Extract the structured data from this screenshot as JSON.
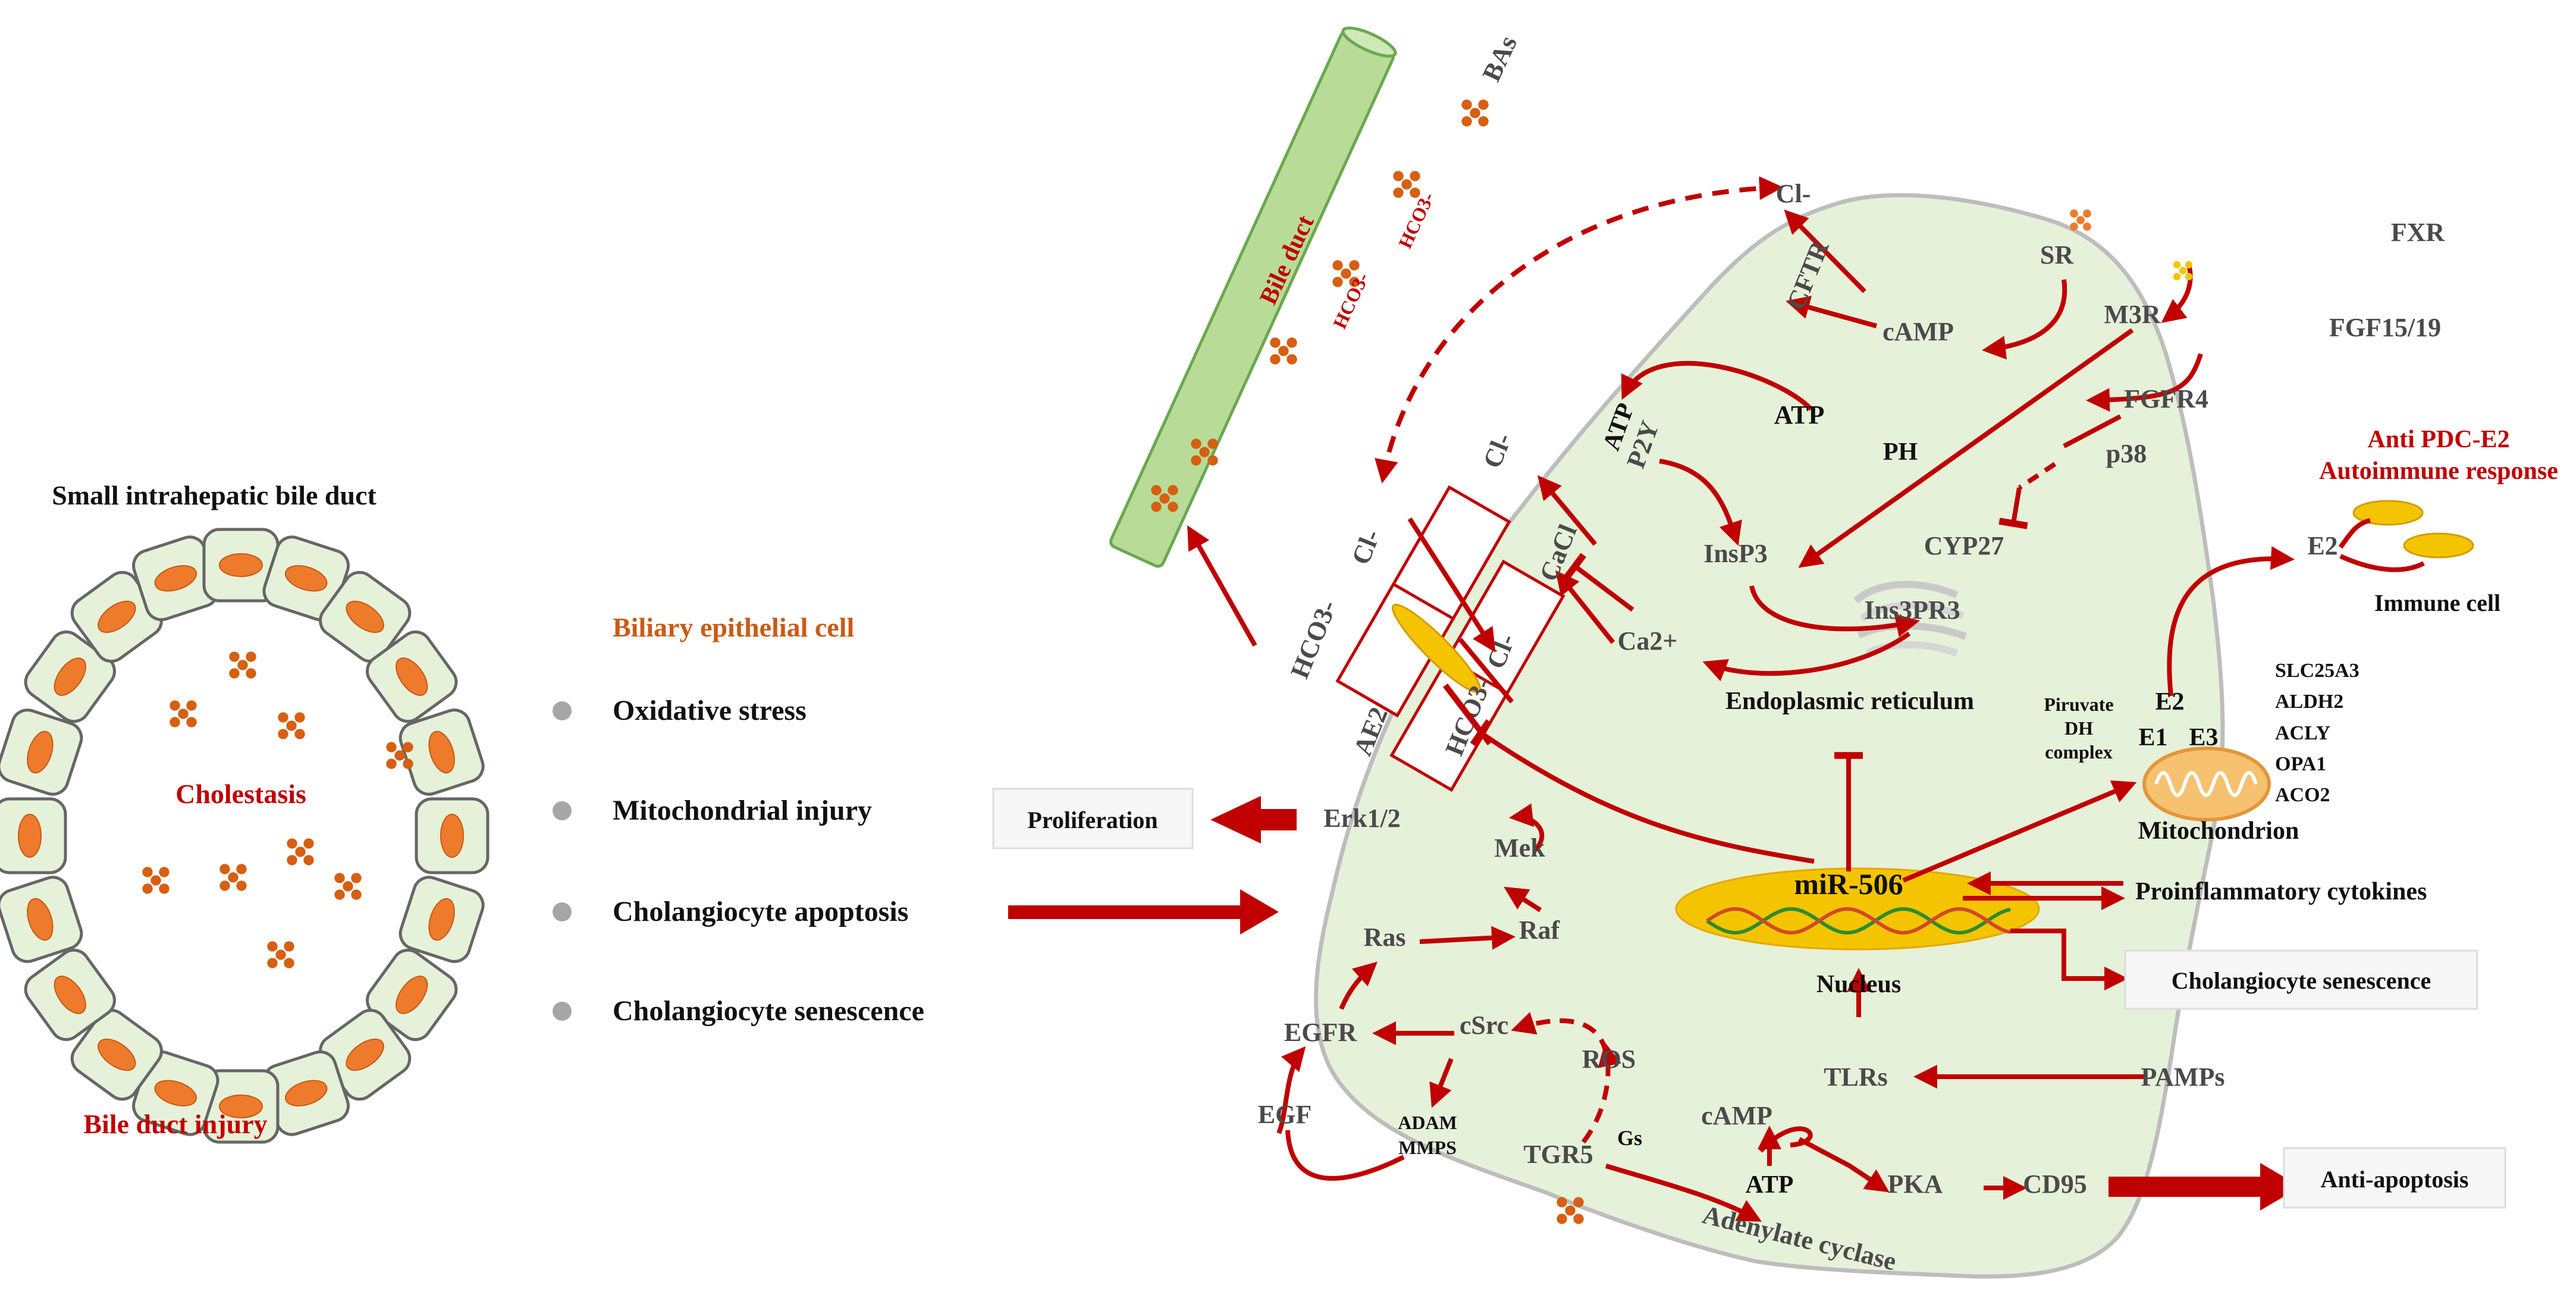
{
  "colors": {
    "arrow": "#c00000",
    "cell_fill": "#e6f1da",
    "cell_border": "#bdbdbd",
    "duct_fill": "#b8dc98",
    "dot": "#d65f12",
    "nucleus": "#f5c400",
    "mito": "#f6c270",
    "text_grey": "#4a4a4a",
    "text_orange": "#cc5a14"
  },
  "left_panel": {
    "title": "Small intrahepatic bile duct",
    "center_label": "Cholestasis",
    "bottom_label": "Bile duct injury"
  },
  "middle_panel": {
    "heading": "Biliary epithelial cell",
    "bullets": [
      "Oxidative stress",
      "Mitochondrial injury",
      "Cholangiocyte apoptosis",
      "Cholangiocyte senescence"
    ]
  },
  "bile_duct": {
    "label": "Bile duct",
    "bas": "BAs",
    "hco3_a": "HCO3-",
    "hco3_b": "HCO3-"
  },
  "transporters": {
    "hco3_left": "HCO3-",
    "cl_top": "Cl-",
    "cl_right": "Cl-",
    "hco3_right": "HCO3-",
    "ae2": "AE2"
  },
  "cell": {
    "cl_top": "Cl-",
    "cftr": "CFTR",
    "camp_top": "cAMP",
    "sr": "SR",
    "m3r": "M3R",
    "atp_top": "ATP",
    "atp_p2y": "ATP",
    "p2y": "P2Y",
    "ph": "PH",
    "fgfr4": "FGFR4",
    "p38": "p38",
    "cyp27": "CYP27",
    "cl_left": "Cl-",
    "cacl": "CaCl",
    "insp3": "InsP3",
    "ins3pr3": "Ins3PR3",
    "ca2": "Ca2+",
    "er": "Endoplasmic reticulum",
    "e2_upper": "E2",
    "piruvate": "Piruvate",
    "dh": "DH",
    "complex": "complex",
    "e1": "E1",
    "e2_mito": "E2",
    "e3": "E3",
    "mito": "Mitochondrion",
    "proteins": [
      "SLC25A3",
      "ALDH2",
      "ACLY",
      "OPA1",
      "ACO2"
    ],
    "erk": "Erk1/2",
    "mek": "Mek",
    "raf": "Raf",
    "ras": "Ras",
    "egfr": "EGFR",
    "csrc": "cSrc",
    "ros": "ROS",
    "egf": "EGF",
    "adam": "ADAM",
    "mmps": "MMPS",
    "tgr5": "TGR5",
    "gs": "Gs",
    "camp_bottom": "cAMP",
    "atp_bottom": "ATP",
    "pka": "PKA",
    "cd95": "CD95",
    "adenylate": "Adenylate cyclase",
    "tlrs": "TLRs",
    "pamps": "PAMPs",
    "mir": "miR-506",
    "nucleus": "Nucleus",
    "proinflam": "Proinflammatory cytokines"
  },
  "outside": {
    "fxr": "FXR",
    "fgf": "FGF15/19",
    "anti1": "Anti PDC-E2",
    "anti2": "Autoimmune response",
    "immune": "Immune cell"
  },
  "boxes": {
    "proliferation": "Proliferation",
    "senescence": "Cholangiocyte senescence",
    "anti_apoptosis": "Anti-apoptosis"
  }
}
